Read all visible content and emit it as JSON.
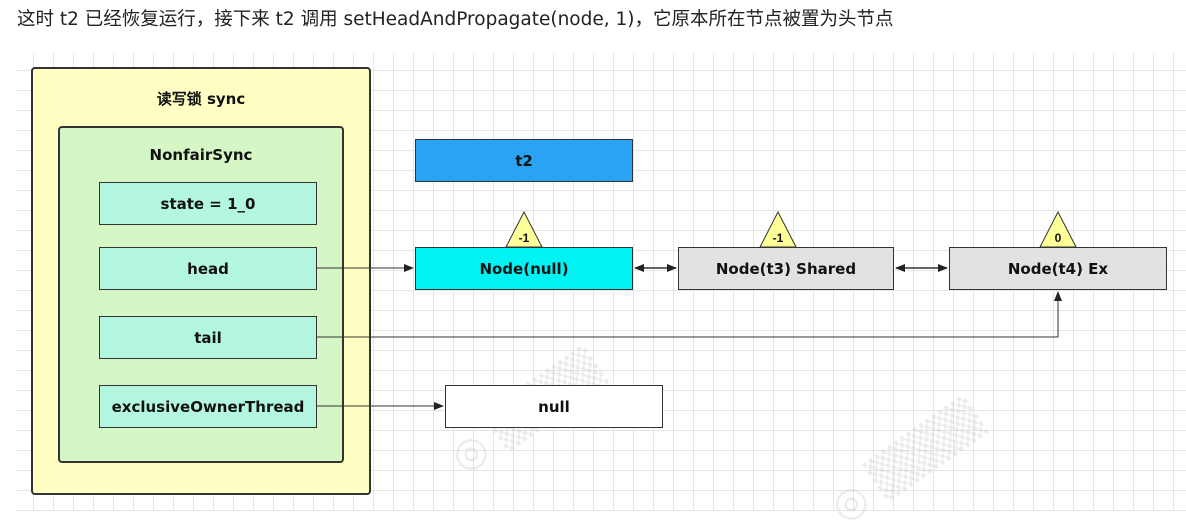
{
  "caption": "这时 t2 已经恢复运行，接下来 t2 调用 setHeadAndPropagate(node, 1)，它原本所在节点被置为头节点",
  "sync": {
    "title": "读写锁 sync",
    "inner_title": "NonfairSync",
    "fields": {
      "state": "state = 1_0",
      "head": "head",
      "tail": "tail",
      "owner": "exclusiveOwnerThread"
    }
  },
  "thread": {
    "label": "t2"
  },
  "nodes": [
    {
      "label": "Node(null)",
      "waitStatus": "-1"
    },
    {
      "label": "Node(t3) Shared",
      "waitStatus": "-1"
    },
    {
      "label": "Node(t4) Ex",
      "waitStatus": "0"
    }
  ],
  "null_box": {
    "label": "null"
  },
  "colors": {
    "outer_fill": "#ffffc4",
    "inner_fill": "#d5f7c6",
    "field_fill": "#b4f7e1",
    "thread_fill": "#2aa3f4",
    "head_node_fill": "#00f3f3",
    "node_fill": "#e2e2e2",
    "badge_fill": "#ffff99"
  }
}
